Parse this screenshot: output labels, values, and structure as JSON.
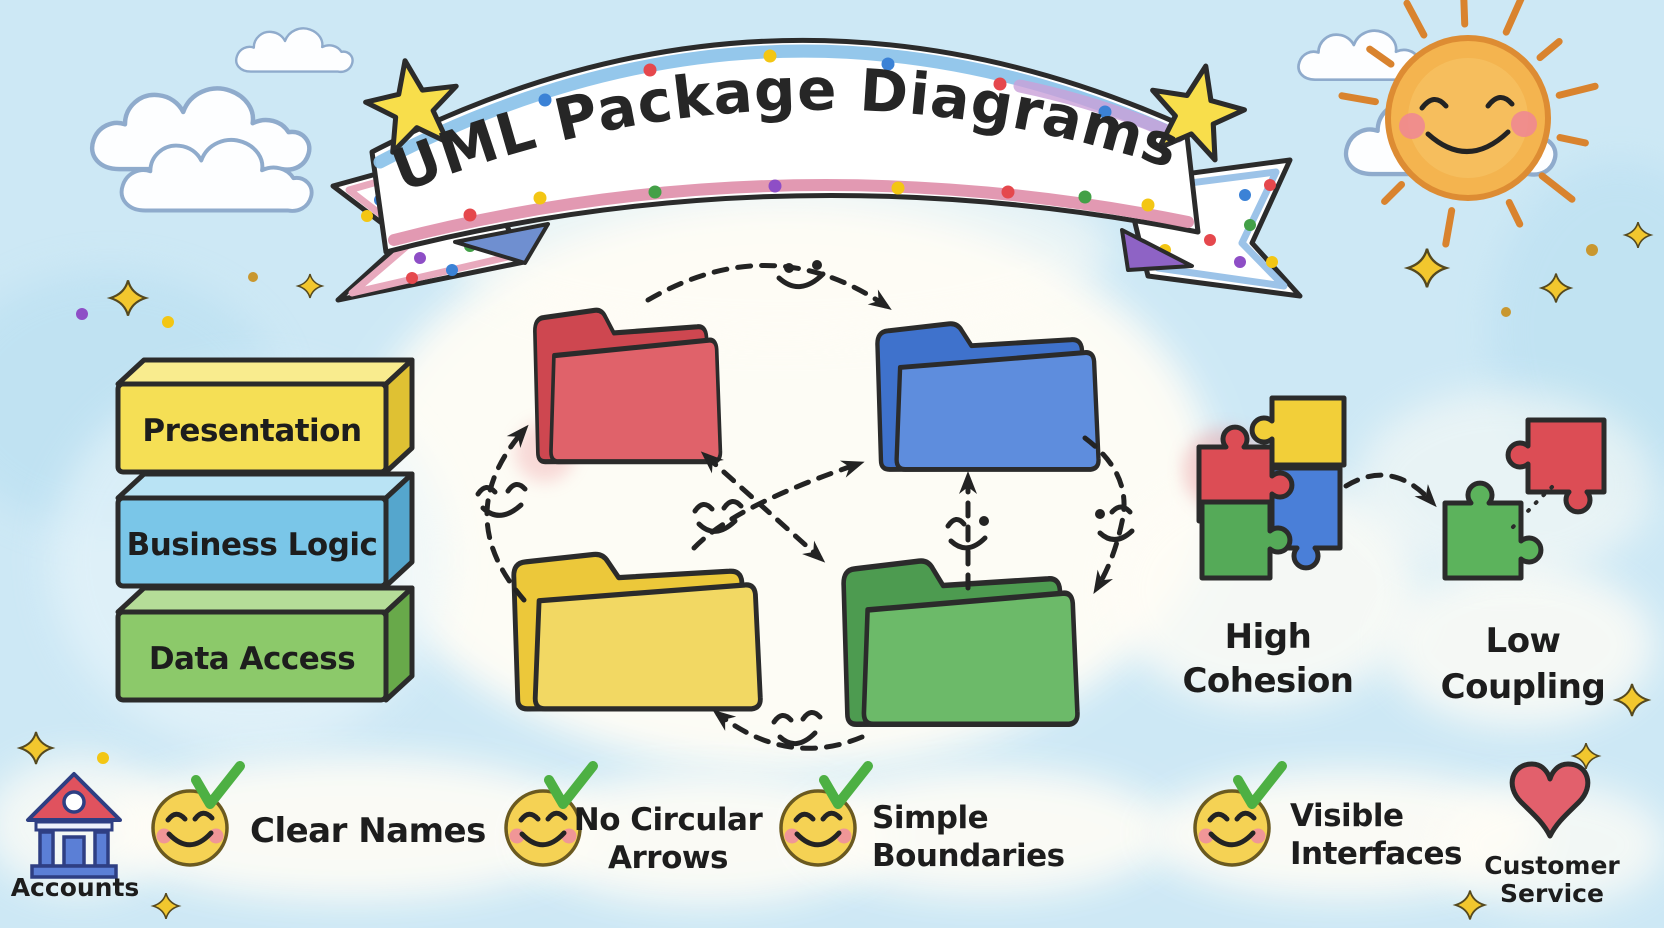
{
  "banner": {
    "title": "UML Package Diagrams"
  },
  "architecture_layers": {
    "items": [
      {
        "label": "Presentation",
        "color": "#f5df55"
      },
      {
        "label": "Business Logic",
        "color": "#7ac6e8"
      },
      {
        "label": "Data Access",
        "color": "#8cc96a"
      }
    ]
  },
  "packages": {
    "folders": [
      {
        "name": "red-package",
        "color": "#ce4750"
      },
      {
        "name": "blue-package",
        "color": "#3f72cc"
      },
      {
        "name": "yellow-package",
        "color": "#ecc83a"
      },
      {
        "name": "green-package",
        "color": "#4d9b50"
      }
    ]
  },
  "principles": {
    "high_cohesion": {
      "lines": [
        "High",
        "Cohesion"
      ]
    },
    "low_coupling": {
      "lines": [
        "Low",
        "Coupling"
      ]
    }
  },
  "checklist": {
    "items": [
      {
        "lines": [
          "Clear Names"
        ]
      },
      {
        "lines": [
          "No Circular",
          "Arrows"
        ]
      },
      {
        "lines": [
          "Simple",
          "Boundaries"
        ]
      },
      {
        "lines": [
          "Visible",
          "Interfaces"
        ]
      }
    ]
  },
  "examples": {
    "accounts": {
      "label": "Accounts"
    },
    "customer_service": {
      "lines": [
        "Customer",
        "Service"
      ]
    }
  },
  "icons": [
    "sun-icon",
    "cloud-icon",
    "star-icon",
    "sparkle-icon",
    "banner-ribbon",
    "package-folder-icon",
    "dependency-arrow",
    "smiley-face-icon",
    "check-icon",
    "puzzle-piece-icon",
    "bank-icon",
    "heart-icon"
  ],
  "palette": {
    "sky": "#cfe9f5",
    "paper": "#fffdf6",
    "red": "#ce4750",
    "blue": "#4a7fd8",
    "yellow": "#f2cf39",
    "green": "#55aa58",
    "banner_edge_blue": "#8ec4ea",
    "banner_edge_pink": "#e093ae",
    "sun": "#f4b44f",
    "check_green": "#4db043",
    "smiley": "#f5d254",
    "heart": "#e2606c"
  }
}
